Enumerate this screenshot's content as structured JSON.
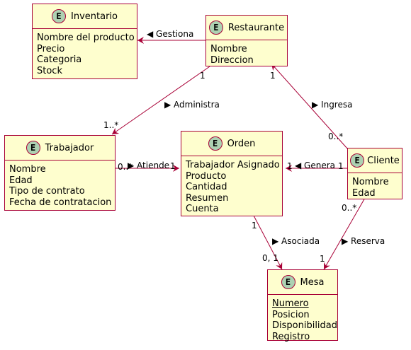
{
  "entities": {
    "inventario": {
      "icon": "E",
      "name": "Inventario",
      "attributes": [
        "Nombre del producto",
        "Precio",
        "Categoria",
        "Stock"
      ]
    },
    "restaurante": {
      "icon": "E",
      "name": "Restaurante",
      "attributes": [
        "Nombre",
        "Direccion"
      ]
    },
    "trabajador": {
      "icon": "E",
      "name": "Trabajador",
      "attributes": [
        "Nombre",
        "Edad",
        "Tipo de contrato",
        "Fecha de contratacion"
      ]
    },
    "orden": {
      "icon": "E",
      "name": "Orden",
      "attributes": [
        "Trabajador Asignado",
        "Producto",
        "Cantidad",
        "Resumen",
        "Cuenta"
      ]
    },
    "cliente": {
      "icon": "E",
      "name": "Cliente",
      "attributes": [
        "Nombre",
        "Edad"
      ]
    },
    "mesa": {
      "icon": "E",
      "name": "Mesa",
      "attributes": [
        "Numero",
        "Posicion",
        "Disponibilidad",
        "Registro"
      ]
    }
  },
  "relations": {
    "gestiona": {
      "label": "◀ Gestiona"
    },
    "administra": {
      "label": "▶ Administra",
      "from_mult": "1",
      "to_mult": "1..*"
    },
    "ingresa": {
      "label": "▶ Ingresa",
      "from_mult": "0..*",
      "to_mult": "1"
    },
    "atiende": {
      "label": "▶ Atiende",
      "from_mult": "0..*",
      "to_mult": "1"
    },
    "genera": {
      "label": "◀ Genera",
      "from_mult": "1",
      "to_mult": "1"
    },
    "asociada": {
      "label": "▶ Asociada",
      "from_mult": "1",
      "to_mult": "0, 1"
    },
    "reserva": {
      "label": "▶ Reserva",
      "from_mult": "0..*",
      "to_mult": "1"
    }
  },
  "colors": {
    "border": "#A80036",
    "fill": "#FEFECE",
    "icon": "#ADD1B2"
  }
}
